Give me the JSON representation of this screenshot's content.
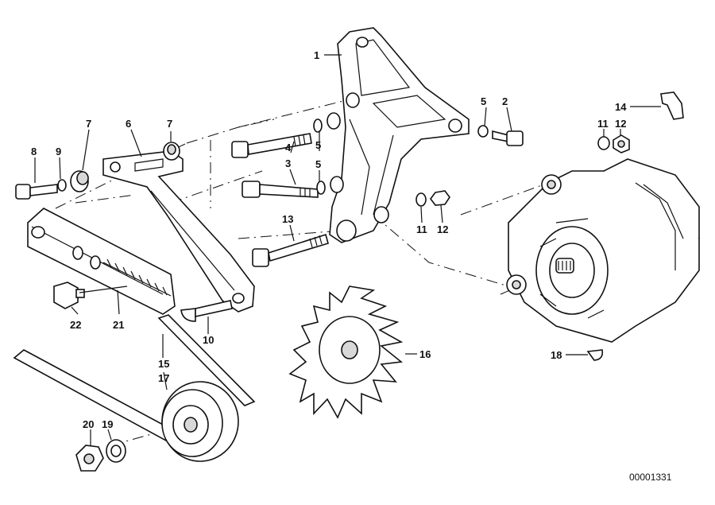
{
  "diagram": {
    "doc_code": "00001331",
    "callouts": [
      "1",
      "2",
      "3",
      "4",
      "5",
      "5",
      "5",
      "6",
      "7",
      "7",
      "8",
      "9",
      "10",
      "11",
      "11",
      "12",
      "12",
      "13",
      "14",
      "15",
      "16",
      "17",
      "18",
      "19",
      "20",
      "21",
      "22"
    ]
  }
}
